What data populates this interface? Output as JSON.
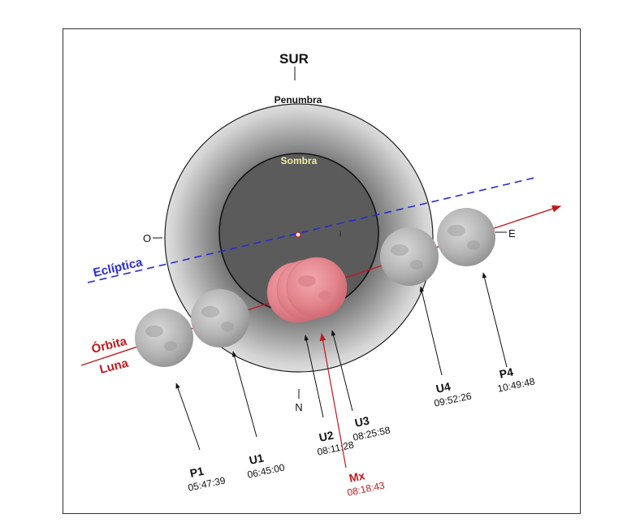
{
  "labels": {
    "south": "SUR",
    "north": "N",
    "west": "O",
    "east": "E",
    "penumbra": "Penumbra",
    "umbra": "Sombra",
    "ecliptic": "Eclíptica",
    "orbit_line1": "Órbita",
    "orbit_line2": "Luna"
  },
  "contacts": [
    {
      "code": "P1",
      "time": "05:47:39"
    },
    {
      "code": "U1",
      "time": "06:45:00"
    },
    {
      "code": "U2",
      "time": "08:11:28"
    },
    {
      "code": "U3",
      "time": "08:25:58"
    },
    {
      "code": "U4",
      "time": "09:52:26"
    },
    {
      "code": "P4",
      "time": "10:49:48"
    },
    {
      "code": "Mx",
      "time": "08:18:43"
    }
  ],
  "colors": {
    "ecliptic": "#2a2ad8",
    "orbit": "#c0191f",
    "umbra": "#5b5b5b",
    "penumbra_edge": "#ffffff",
    "penumbra_inner": "#6a6a6a",
    "moon_gray": "#b6b6b6",
    "moon_eclipsed": "#e68a92",
    "umbra_label": "#f0eba0",
    "frame": "#333333"
  }
}
